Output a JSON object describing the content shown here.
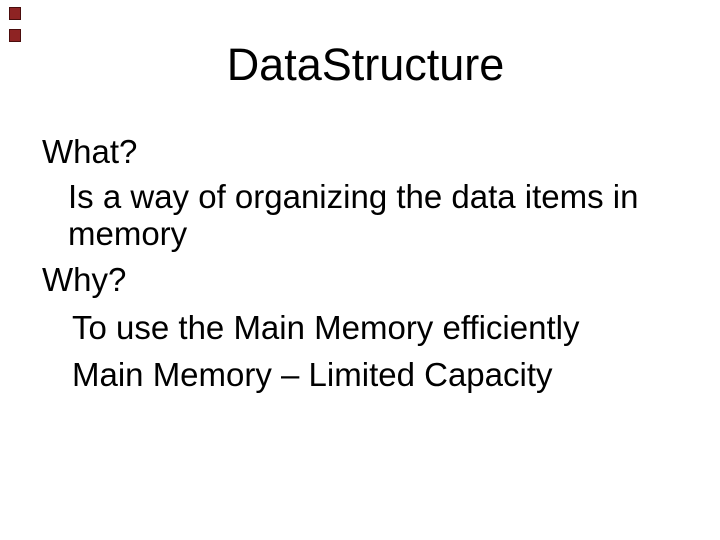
{
  "slide": {
    "title": "DataStructure",
    "lines": [
      {
        "text": "What?"
      },
      {
        "text": "Is a way of organizing the data items in"
      },
      {
        "text": "memory"
      },
      {
        "text": "Why?"
      },
      {
        "text": "To use the Main Memory efficiently"
      },
      {
        "text": "Main Memory – Limited Capacity"
      }
    ],
    "colors": {
      "background": "#ffffff",
      "text": "#000000",
      "corner_marker": "#8e2323",
      "corner_marker_border": "#4a0d0d"
    }
  }
}
